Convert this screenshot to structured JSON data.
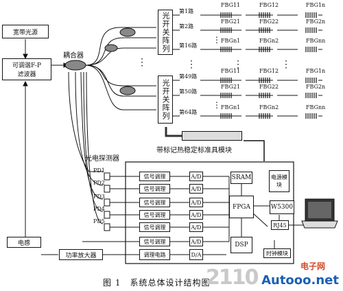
{
  "boxes": {
    "broadband_source": "宽带光源",
    "tunable_fp_filter_line1": "可调谐F-P",
    "tunable_fp_filter_line2": "滤波器",
    "optical_switch_1": "光开关阵列",
    "optical_switch_2": "光开关阵列",
    "thermal_fixture": "带标记热稳定标准具模块",
    "sram": "SRAM",
    "fpga": "FPGA",
    "dsp": "DSP",
    "power_module": "电源模块",
    "w5300": "W5300",
    "rj45": "RJ45",
    "clock_module": "时钟模块",
    "inductor": "电感",
    "power_amplifier": "功率放大器",
    "conditioning_circuit": "调理电路",
    "da": "D/A",
    "signal_conditioning": [
      "信号调理",
      "信号调理",
      "信号调理",
      "信号调理",
      "信号调理",
      "信号调理"
    ],
    "ad": [
      "A/D",
      "A/D",
      "A/D",
      "A/D",
      "A/D",
      "A/D"
    ]
  },
  "labels": {
    "coupler": "耦合器",
    "photodetector": "光电探测器",
    "pd": [
      "PD1",
      "PD2",
      "PD3",
      "PD4",
      "PD5"
    ],
    "channels_group1": [
      "第1路",
      "第2路",
      "第16路"
    ],
    "channels_group2": [
      "第49路",
      "第50路",
      "第64路"
    ],
    "fbg_rows_group1": [
      [
        "FBG11",
        "FBG12",
        "FBG1n"
      ],
      [
        "FBG21",
        "FBG22",
        "FBG2n"
      ],
      [
        "FBGn1",
        "FBGn2",
        "FBGnn"
      ]
    ],
    "fbg_rows_group2": [
      [
        "FBG11",
        "FBG12",
        "FBG1n"
      ],
      [
        "FBG21",
        "FBG22",
        "FBG2n"
      ],
      [
        "FBGn1",
        "FBGn2",
        "FBGnn"
      ]
    ],
    "ellipsis": "⋮"
  },
  "caption": "图 1　系统总体设计结构图",
  "watermark": {
    "number": "2110",
    "domain": "Autooo.net",
    "chinese": "电子网"
  }
}
